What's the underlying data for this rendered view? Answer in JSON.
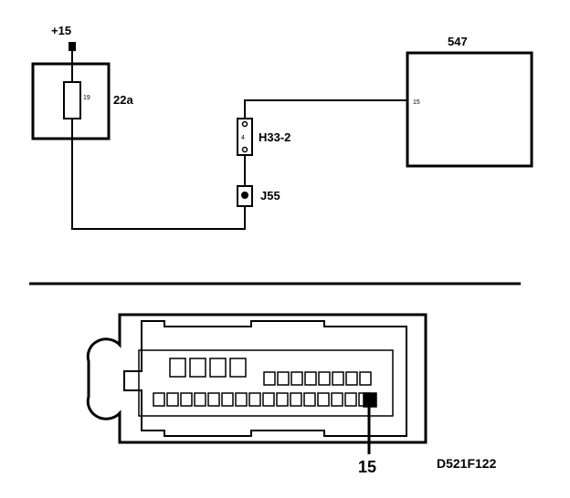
{
  "wiring": {
    "supply_label": "+15",
    "fuse_box_label": "22a",
    "fuse_number": "19",
    "connector_label": "H33-2",
    "connector_pin": "4",
    "ground_label": "J55",
    "ecu_label": "547",
    "ecu_pin": "15"
  },
  "connector_view": {
    "pin_callout": "15",
    "drawing_code": "D521F122"
  }
}
